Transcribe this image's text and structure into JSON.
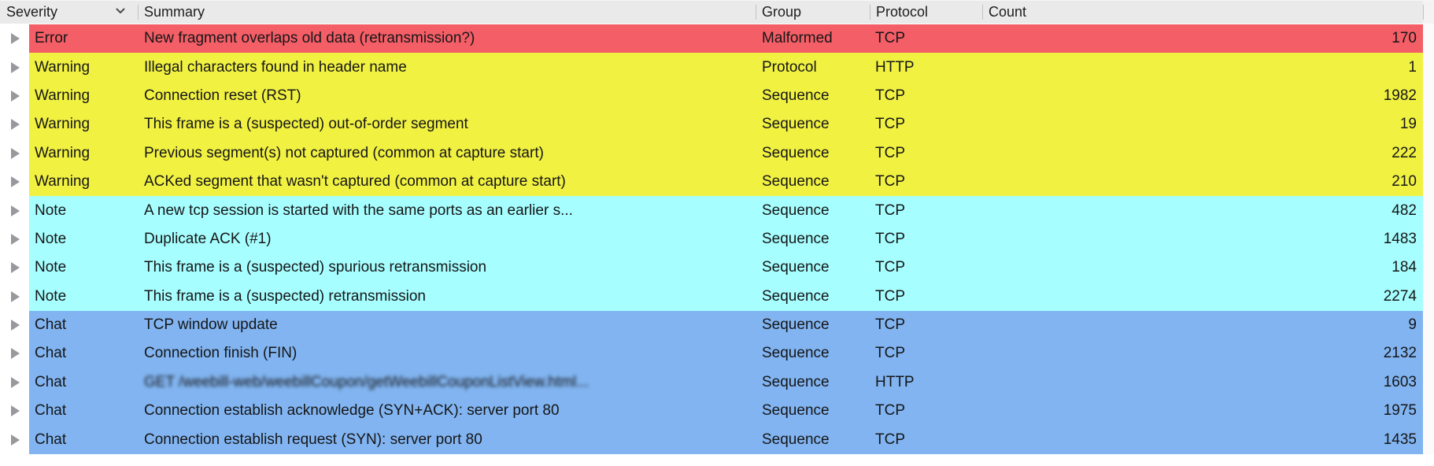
{
  "table": {
    "columns": [
      {
        "label": "Severity",
        "sorted": true,
        "sort_direction": "descending"
      },
      {
        "label": "Summary"
      },
      {
        "label": "Group"
      },
      {
        "label": "Protocol"
      },
      {
        "label": "Count"
      }
    ],
    "rows": [
      {
        "severity": "Error",
        "summary": "New fragment overlaps old data (retransmission?)",
        "group": "Malformed",
        "protocol": "TCP",
        "count": 170
      },
      {
        "severity": "Warning",
        "summary": "Illegal characters found in header name",
        "group": "Protocol",
        "protocol": "HTTP",
        "count": 1
      },
      {
        "severity": "Warning",
        "summary": "Connection reset (RST)",
        "group": "Sequence",
        "protocol": "TCP",
        "count": 1982
      },
      {
        "severity": "Warning",
        "summary": "This frame is a (suspected) out-of-order segment",
        "group": "Sequence",
        "protocol": "TCP",
        "count": 19
      },
      {
        "severity": "Warning",
        "summary": "Previous segment(s) not captured (common at capture start)",
        "group": "Sequence",
        "protocol": "TCP",
        "count": 222
      },
      {
        "severity": "Warning",
        "summary": "ACKed segment that wasn't captured (common at capture start)",
        "group": "Sequence",
        "protocol": "TCP",
        "count": 210
      },
      {
        "severity": "Note",
        "summary": "A new tcp session is started with the same ports as an earlier s...",
        "group": "Sequence",
        "protocol": "TCP",
        "count": 482
      },
      {
        "severity": "Note",
        "summary": "Duplicate ACK (#1)",
        "group": "Sequence",
        "protocol": "TCP",
        "count": 1483
      },
      {
        "severity": "Note",
        "summary": "This frame is a (suspected) spurious retransmission",
        "group": "Sequence",
        "protocol": "TCP",
        "count": 184
      },
      {
        "severity": "Note",
        "summary": "This frame is a (suspected) retransmission",
        "group": "Sequence",
        "protocol": "TCP",
        "count": 2274
      },
      {
        "severity": "Chat",
        "summary": "TCP window update",
        "group": "Sequence",
        "protocol": "TCP",
        "count": 9
      },
      {
        "severity": "Chat",
        "summary": "Connection finish (FIN)",
        "group": "Sequence",
        "protocol": "TCP",
        "count": 2132
      },
      {
        "severity": "Chat",
        "summary": "GET /weebill-web/weebillCoupon/getWeebillCouponListView.html...",
        "group": "Sequence",
        "protocol": "HTTP",
        "count": 1603,
        "summary_redacted": true
      },
      {
        "severity": "Chat",
        "summary": "Connection establish acknowledge (SYN+ACK): server port 80",
        "group": "Sequence",
        "protocol": "TCP",
        "count": 1975
      },
      {
        "severity": "Chat",
        "summary": "Connection establish request (SYN): server port 80",
        "group": "Sequence",
        "protocol": "TCP",
        "count": 1435
      }
    ]
  },
  "severity_colors": {
    "Error": "#f45e66",
    "Warning": "#f1f142",
    "Note": "#a6fefe",
    "Chat": "#81b4f0"
  },
  "icons": {
    "sort_chevron": "chevron-down",
    "row_expander": "triangle-right"
  }
}
